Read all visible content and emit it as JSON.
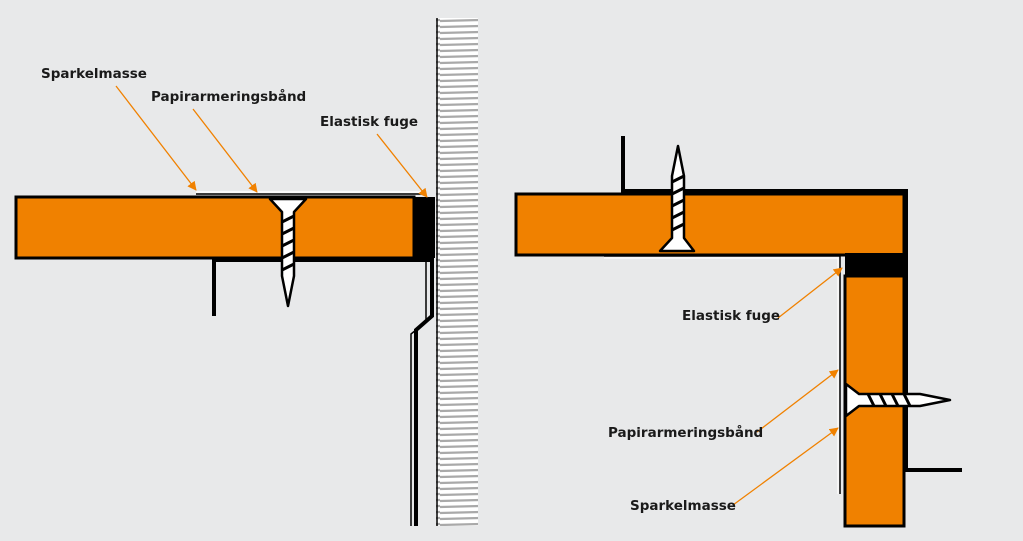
{
  "colors": {
    "background": "#e8e9ea",
    "board": "#f08100",
    "outline": "#000000",
    "leader": "#f08100",
    "wall_hatch": "#a9a9a9",
    "screw_fill": "#ffffff"
  },
  "left_detail": {
    "labels": {
      "sparkelmasse": "Sparkelmasse",
      "papirarmeringsband": "Papirarmeringsbånd",
      "elastisk_fuge": "Elastisk fuge"
    }
  },
  "right_detail": {
    "labels": {
      "elastisk_fuge": "Elastisk fuge",
      "papirarmeringsband": "Papirarmeringsbånd",
      "sparkelmasse": "Sparkelmasse"
    }
  }
}
